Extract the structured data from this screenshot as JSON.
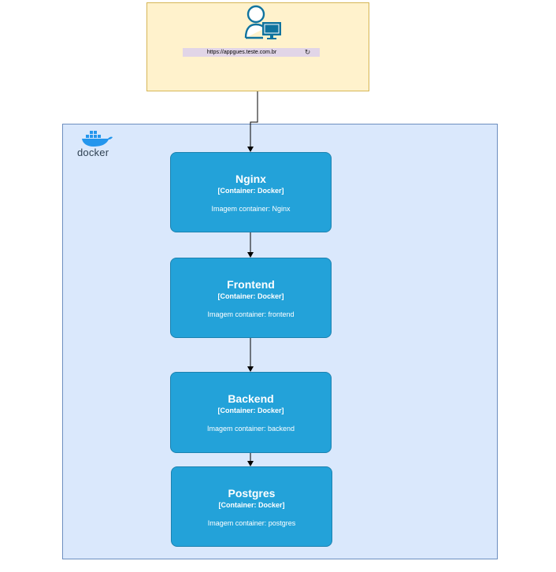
{
  "client": {
    "url": "https://appgues.teste.com.br",
    "reload_icon": "reload-icon",
    "user_icon": "user-at-computer-icon"
  },
  "docker": {
    "logo_text": "docker",
    "logo_icon": "docker-whale-icon"
  },
  "nodes": [
    {
      "title": "Nginx",
      "tech": "[Container: Docker]",
      "description": "Imagem container: Nginx"
    },
    {
      "title": "Frontend",
      "tech": "[Container: Docker]",
      "description": "Imagem container: frontend"
    },
    {
      "title": "Backend",
      "tech": "[Container: Docker]",
      "description": "Imagem container: backend"
    },
    {
      "title": "Postgres",
      "tech": "[Container: Docker]",
      "description": "Imagem container: postgres"
    }
  ],
  "colors": {
    "client_fill": "#fff2cc",
    "docker_fill": "#dae8fc",
    "node_fill": "#23a2d9"
  }
}
